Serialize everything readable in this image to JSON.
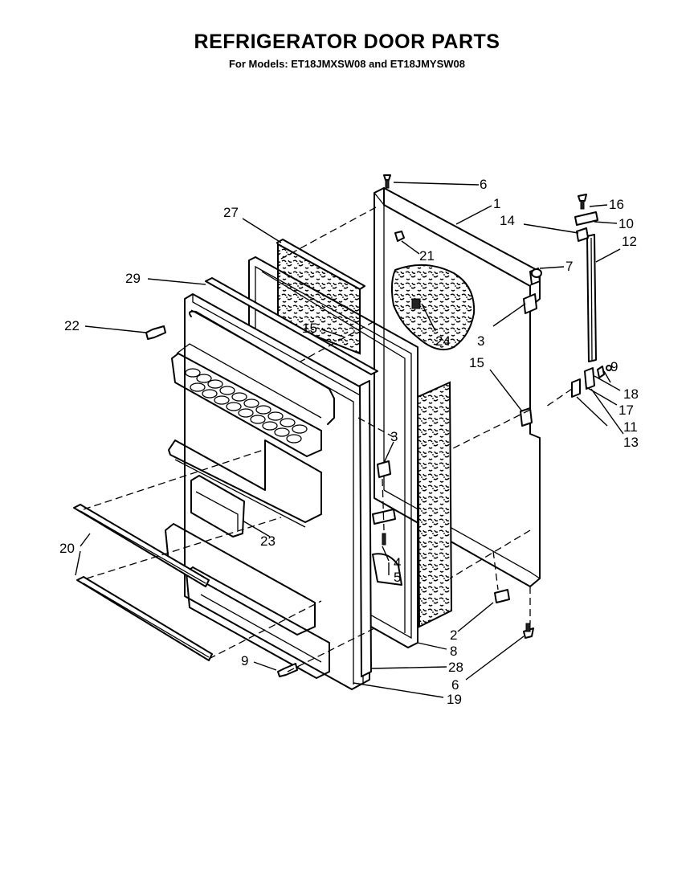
{
  "header": {
    "title": "REFRIGERATOR DOOR PARTS",
    "subtitle": "For Models: ET18JMXSW08 and ET18JMYSW08"
  },
  "callouts": [
    {
      "id": "c6a",
      "label": "6"
    },
    {
      "id": "c1",
      "label": "1"
    },
    {
      "id": "c16",
      "label": "16"
    },
    {
      "id": "c10",
      "label": "10"
    },
    {
      "id": "c14",
      "label": "14"
    },
    {
      "id": "c12",
      "label": "12"
    },
    {
      "id": "c27",
      "label": "27"
    },
    {
      "id": "c21",
      "label": "21"
    },
    {
      "id": "c7",
      "label": "7"
    },
    {
      "id": "c29",
      "label": "29"
    },
    {
      "id": "c22",
      "label": "22"
    },
    {
      "id": "c15a",
      "label": "15"
    },
    {
      "id": "c24",
      "label": "24"
    },
    {
      "id": "c3a",
      "label": "3"
    },
    {
      "id": "c15b",
      "label": "15"
    },
    {
      "id": "c9a",
      "label": "9"
    },
    {
      "id": "c18",
      "label": "18"
    },
    {
      "id": "c17",
      "label": "17"
    },
    {
      "id": "c11",
      "label": "11"
    },
    {
      "id": "c13",
      "label": "13"
    },
    {
      "id": "c3b",
      "label": "3"
    },
    {
      "id": "c20",
      "label": "20"
    },
    {
      "id": "c23",
      "label": "23"
    },
    {
      "id": "c4",
      "label": "4"
    },
    {
      "id": "c5",
      "label": "5"
    },
    {
      "id": "c2",
      "label": "2"
    },
    {
      "id": "c8",
      "label": "8"
    },
    {
      "id": "c9b",
      "label": "9"
    },
    {
      "id": "c28",
      "label": "28"
    },
    {
      "id": "c6b",
      "label": "6"
    },
    {
      "id": "c19",
      "label": "19"
    }
  ]
}
